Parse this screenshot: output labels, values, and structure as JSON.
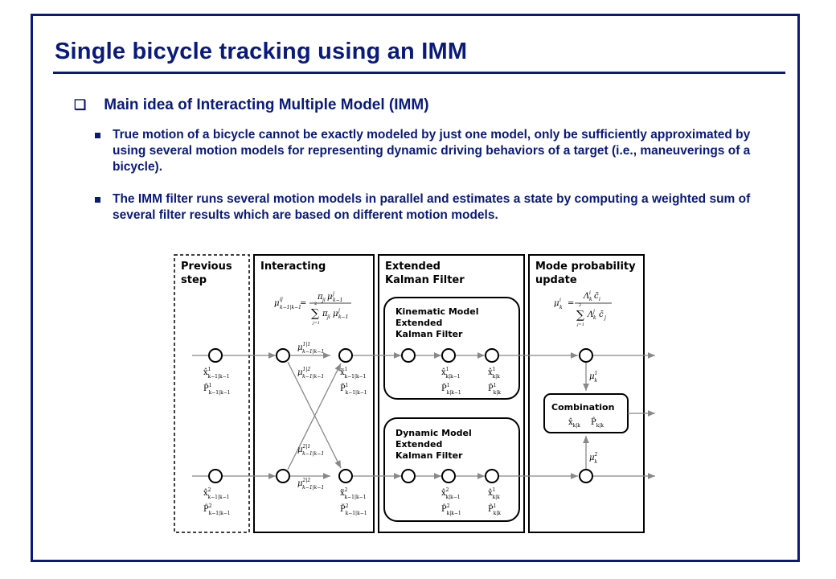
{
  "slide": {
    "title": "Single bicycle tracking using an IMM",
    "section_icon": "hollow-square-bullet",
    "section_heading": "Main idea of Interacting Multiple Model (IMM)",
    "bullets": [
      "True motion of a bicycle cannot be exactly modeled by just one model, only be sufficiently approximated by using several motion models for representing dynamic driving behaviors of a target (i.e., maneuverings of a bicycle).",
      "The IMM filter runs several motion models in parallel and estimates a state by computing a weighted sum of several filter results which are based on different motion models."
    ],
    "colors": {
      "accent": "#0a1a7a",
      "diagram_line": "#888888"
    }
  },
  "diagram": {
    "panel_previous": [
      "Previous",
      "step"
    ],
    "panel_interacting": "Interacting",
    "panel_ekf": [
      "Extended",
      "Kalman Filter"
    ],
    "panel_mode": [
      "Mode probability",
      "update"
    ],
    "kinematic_box": [
      "Kinematic Model",
      "Extended",
      "Kalman Filter"
    ],
    "dynamic_box": [
      "Dynamic Model",
      "Extended",
      "Kalman Filter"
    ],
    "combination_label": "Combination"
  }
}
